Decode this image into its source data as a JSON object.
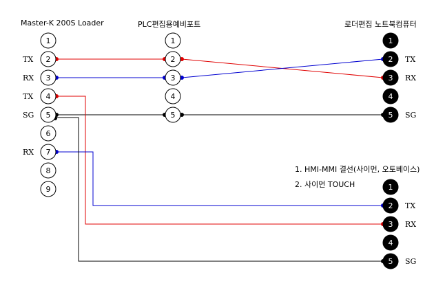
{
  "headers": {
    "loader": "Master-K 200S Loader",
    "plc_port": "PLC편집용예비포트",
    "notebook": "로더편집 노트북컴퓨터"
  },
  "left_signals": {
    "tx_a": "TX",
    "rx_a": "RX",
    "tx_b": "TX",
    "sg": "SG",
    "rx_b": "RX"
  },
  "right_signals_top": {
    "tx": "TX",
    "rx": "RX",
    "sg": "SG"
  },
  "right_signals_bottom": {
    "tx": "TX",
    "rx": "RX",
    "sg": "SG"
  },
  "notes": [
    "1. HMI-MMI 결선(사이먼, 오토베이스)",
    "2. 사이먼 TOUCH"
  ],
  "pins": {
    "loader": [
      "1",
      "2",
      "3",
      "4",
      "5",
      "6",
      "7",
      "8",
      "9"
    ],
    "plc": [
      "1",
      "2",
      "3",
      "4",
      "5"
    ],
    "notebook": [
      "1",
      "2",
      "3",
      "4",
      "5"
    ],
    "touch": [
      "1",
      "2",
      "3",
      "4",
      "5"
    ]
  },
  "colors": {
    "tx": "#e00000",
    "rx": "#0000d0",
    "ground": "#000000",
    "pin_fill_female": "#ffffff",
    "pin_fill_male": "#000000"
  }
}
